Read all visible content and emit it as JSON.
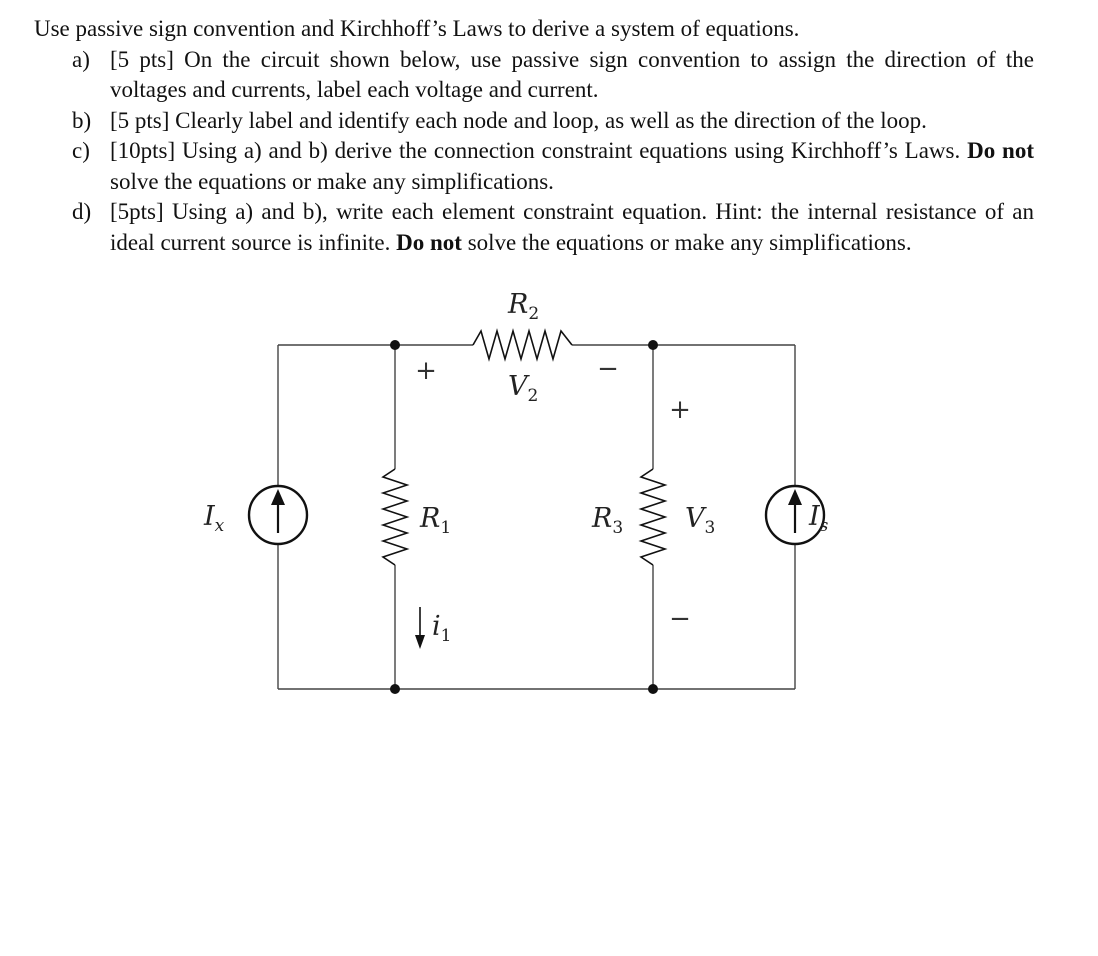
{
  "problem": {
    "intro": "Use passive sign convention and Kirchhoff’s Laws to derive a system of equations.",
    "parts": [
      {
        "letter": "a)",
        "pre": "[5 pts] On the circuit shown below, use passive sign convention to assign the direction of the voltages and currents, label each voltage and current.",
        "bold": "",
        "post": ""
      },
      {
        "letter": "b)",
        "pre": "[5 pts] Clearly label and identify each node and loop, as well as the direction of the loop.",
        "bold": "",
        "post": ""
      },
      {
        "letter": "c)",
        "pre": "[10pts] Using a) and b) derive the connection constraint equations using Kirchhoff’s Laws. ",
        "bold": "Do not",
        "post": " solve the equations or make any simplifications."
      },
      {
        "letter": "d)",
        "pre": "[5pts] Using a) and b), write each element constraint equation. Hint: the internal resistance of an ideal current source is infinite. ",
        "bold": "Do not",
        "post": " solve the equations or make any simplifications."
      }
    ]
  },
  "circuit": {
    "labels": {
      "R2": {
        "main": "R",
        "sub": "2"
      },
      "V2": {
        "main": "V",
        "sub": "2"
      },
      "R1": {
        "main": "R",
        "sub": "1"
      },
      "R3": {
        "main": "R",
        "sub": "3"
      },
      "V3": {
        "main": "V",
        "sub": "3"
      },
      "Ix": {
        "main": "I",
        "sub": "x"
      },
      "Is": {
        "main": "I",
        "sub": "s"
      },
      "i1": {
        "main": "i",
        "sub": "1"
      }
    },
    "signs": {
      "plus": "+",
      "minus": "−"
    }
  }
}
